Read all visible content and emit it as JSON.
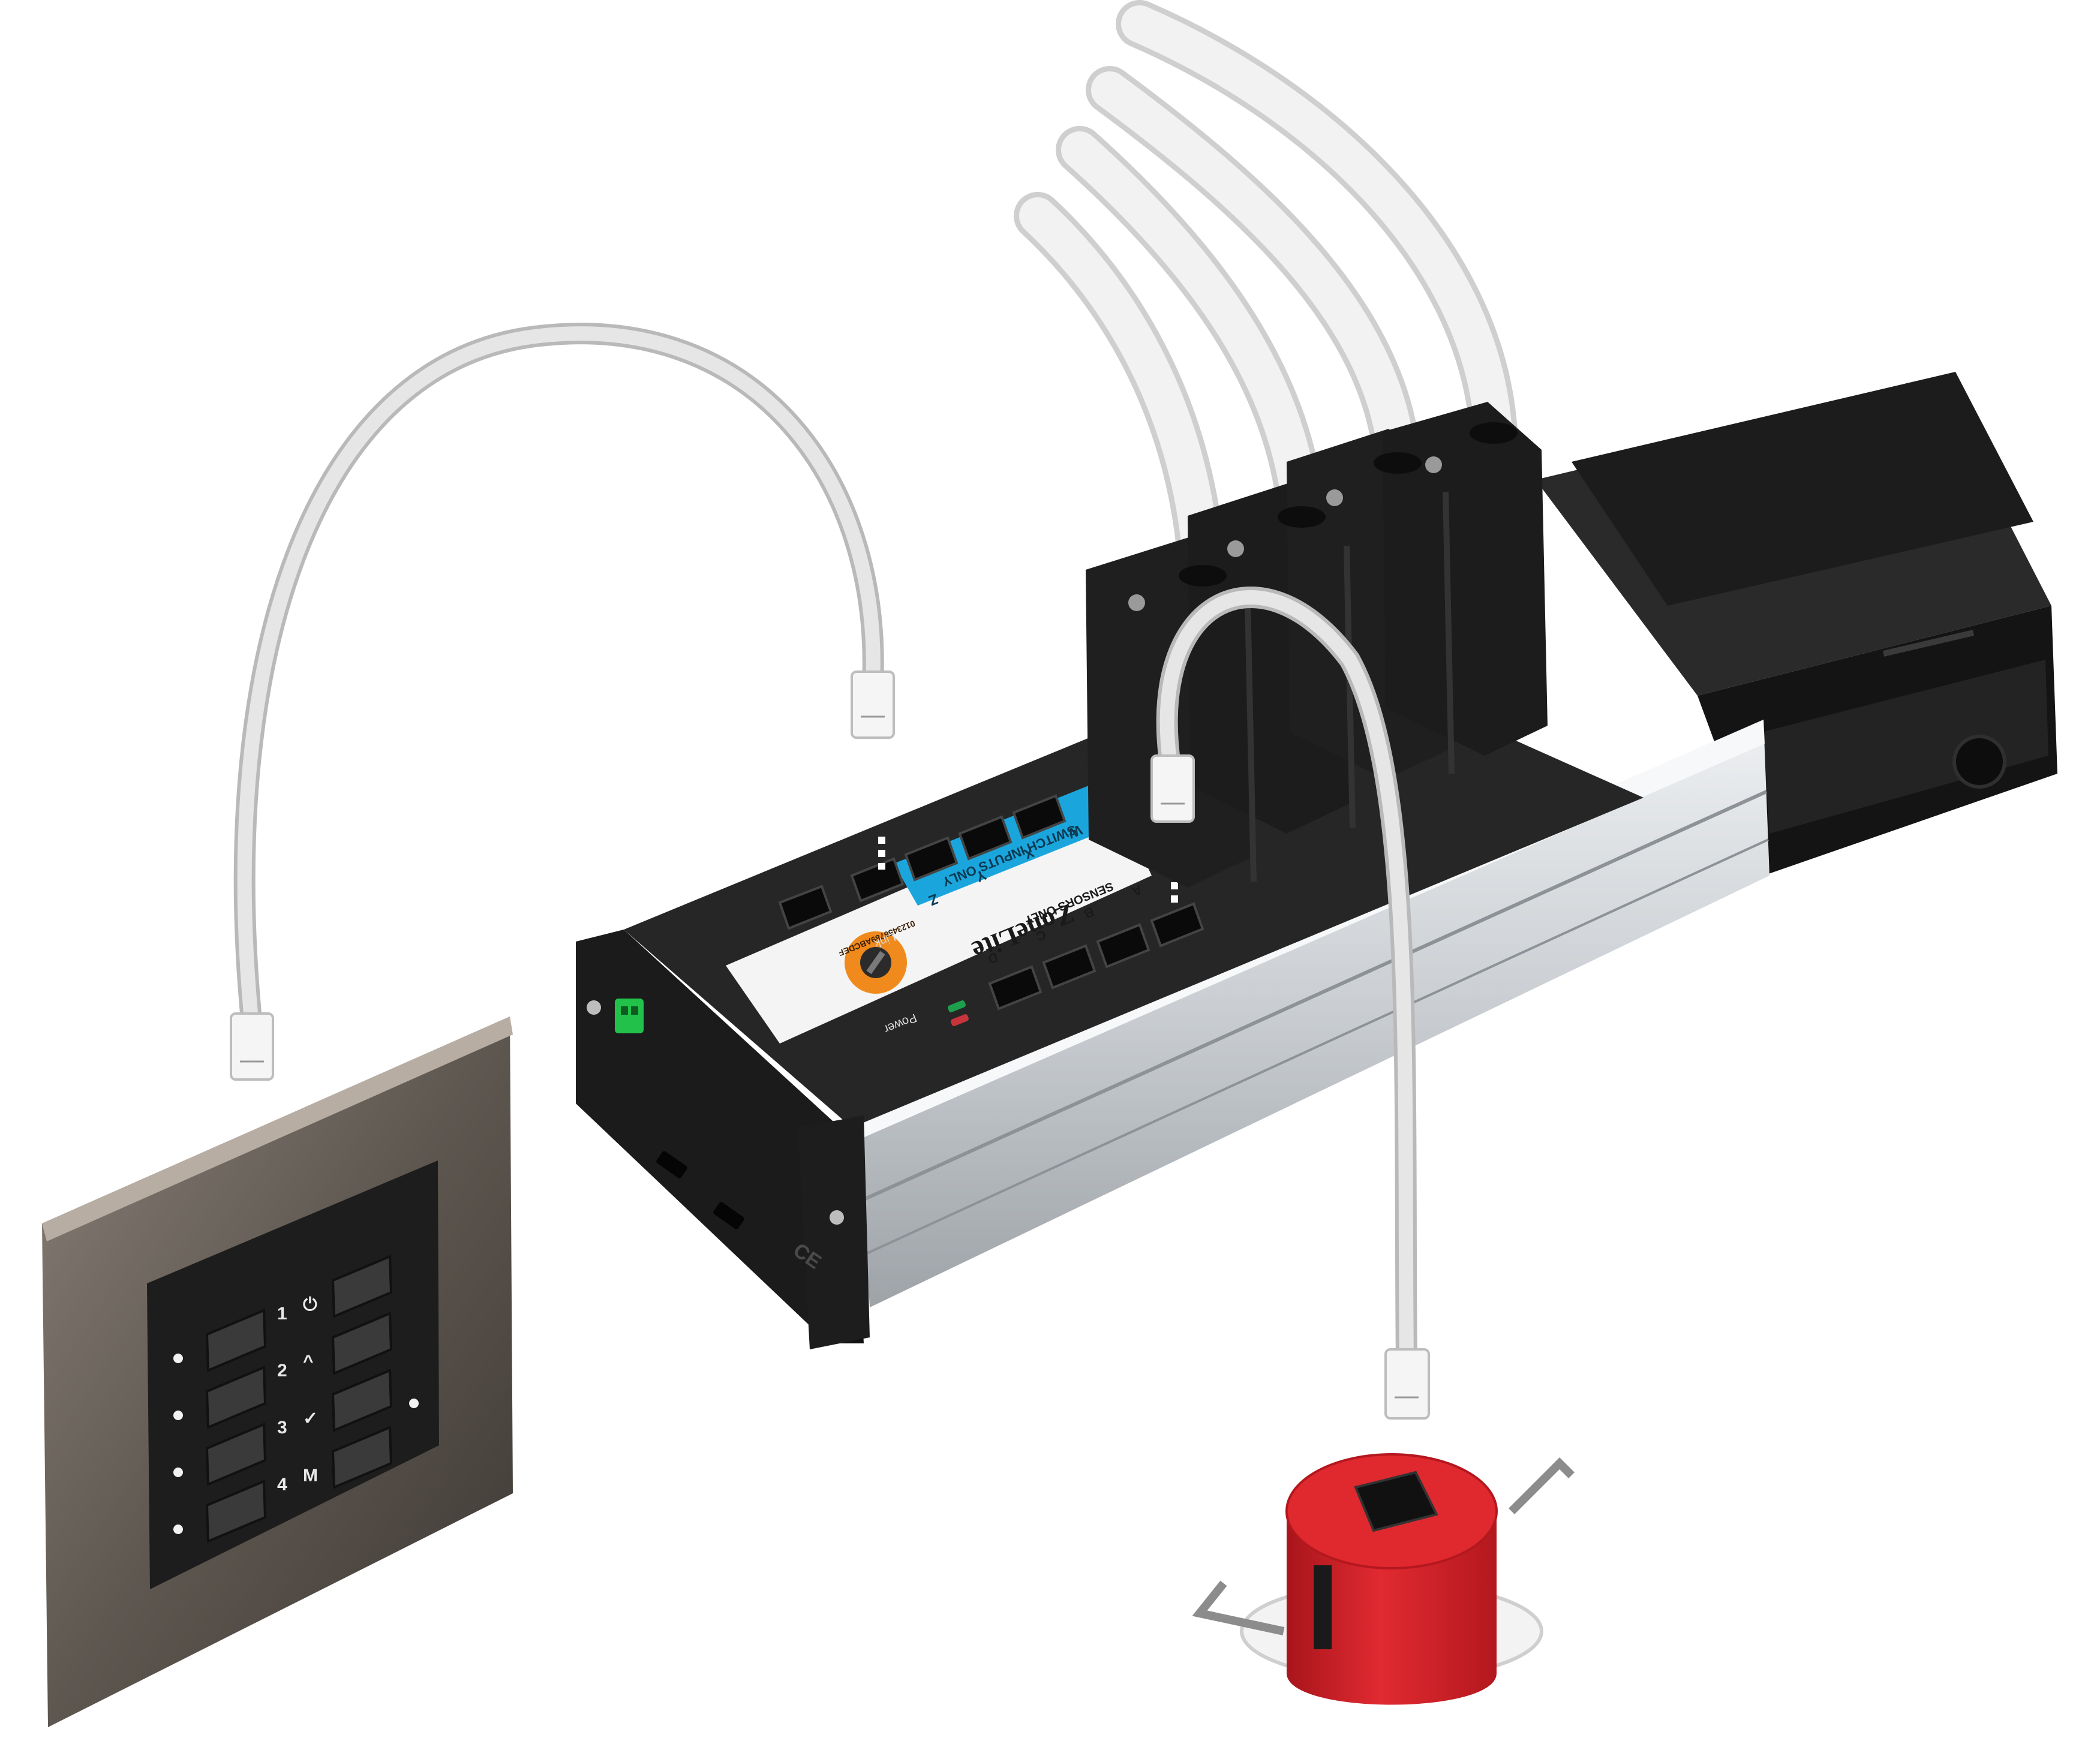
{
  "controller": {
    "brand": "ZoneLite",
    "switch_header": "SWITCH INPUTS ONLY",
    "switch_ports": [
      "W",
      "X",
      "Y",
      "Z"
    ],
    "sensor_header": "SENSORS ONLY",
    "sensor_ports": [
      "A",
      "B",
      "C",
      "D"
    ],
    "link_label": "Link",
    "power_label": "Power",
    "dial_text": "0123456789ABCDEF",
    "cert_mark": "CE"
  },
  "keypad": {
    "rows": [
      {
        "number": "1",
        "symbol": "⏻"
      },
      {
        "number": "2",
        "symbol": "^"
      },
      {
        "number": "3",
        "symbol": "✓"
      },
      {
        "number": "4",
        "symbol": "M"
      }
    ]
  },
  "colors": {
    "housing": "#1f1f1f",
    "rail": "#c9cdd1",
    "label_blue": "#1aa6dd",
    "dial_orange": "#f08a1c",
    "sensor_red": "#d2232a",
    "plate_bronze": "#6d655d",
    "cable": "#e4e4e4",
    "terminal_green": "#22c24a"
  }
}
